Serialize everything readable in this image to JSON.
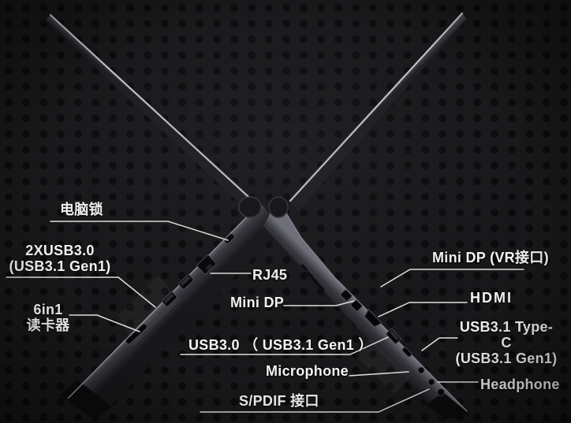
{
  "image_type": "laptop side ports annotation",
  "colors": {
    "background": "#18181a",
    "background_dot": "#0b0b0d",
    "label_text": "#f4f4f4",
    "leader_line": "#e0e0e0",
    "laptop_body": "#2c2c32",
    "laptop_edge_highlight": "#9a9aa2"
  },
  "annotations": {
    "lock": {
      "text": "电脑锁"
    },
    "dual_usb": {
      "line1": "2XUSB3.0",
      "line2": "(USB3.1 Gen1)"
    },
    "card_reader": {
      "line1": "6in1",
      "line2": "读卡器"
    },
    "rj45": {
      "text": "RJ45"
    },
    "mini_dp": {
      "text": "Mini DP"
    },
    "usb30": {
      "text": "USB3.0 （ USB3.1 Gen1 ）"
    },
    "microphone": {
      "text": "Microphone"
    },
    "spdif": {
      "text": "S/PDIF 接口"
    },
    "mini_dp_vr": {
      "text": "Mini DP (VR接口)"
    },
    "hdmi": {
      "text": "HDMI"
    },
    "type_c": {
      "line1": "USB3.1 Type-C",
      "line2": "(USB3.1 Gen1)"
    },
    "headphone": {
      "text": "Headphone"
    }
  },
  "icons": {
    "left_laptop_ports": [
      "lock-slot-icon",
      "rj45-port-icon",
      "usb-a-port-icon",
      "usb-a-port-icon",
      "card-reader-slot-icon"
    ],
    "right_laptop_ports": [
      "mini-dp-port-icon",
      "mini-dp-port-icon",
      "hdmi-port-icon",
      "usb-a-port-icon",
      "usb-c-port-icon",
      "microphone-jack-icon",
      "headphone-jack-icon",
      "spdif-jack-icon"
    ]
  }
}
